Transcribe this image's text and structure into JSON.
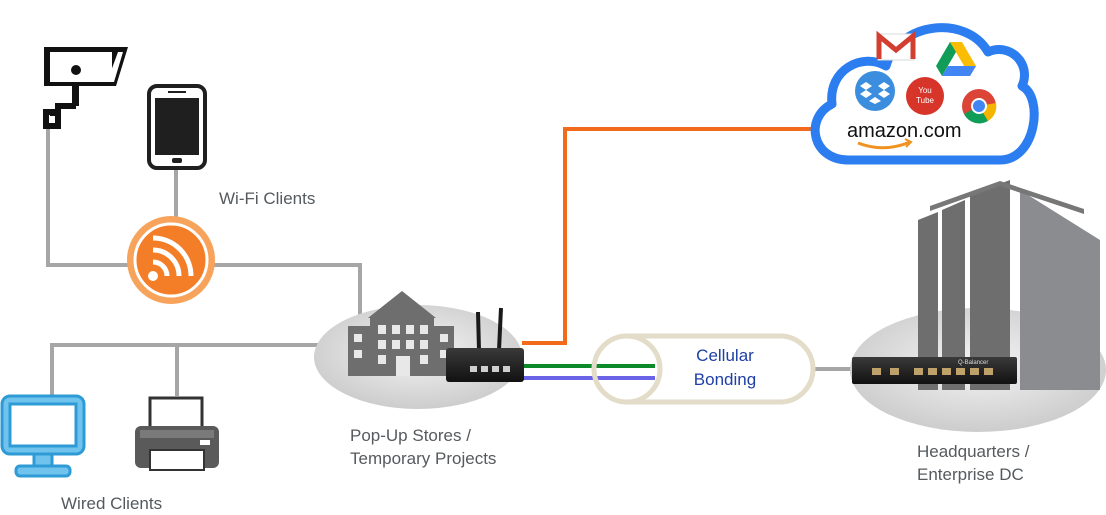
{
  "labels": {
    "wifi_clients": "Wi-Fi Clients",
    "wired_clients": "Wired Clients",
    "popup_line1": "Pop-Up Stores /",
    "popup_line2": "Temporary Projects",
    "hq_line1": "Headquarters /",
    "hq_line2": "Enterprise DC",
    "bonding_line1": "Cellular",
    "bonding_line2": "Bonding"
  },
  "cloud": {
    "amazon_text": "amazon.com",
    "youtube_line1": "You",
    "youtube_line2": "Tube"
  },
  "devices": {
    "hq_router_brand": "Q-Balancer"
  },
  "colors": {
    "gray_line": "#a6a6a6",
    "orange_line": "#f26a1b",
    "green_line": "#0d8a2a",
    "blue_line": "#6a63e8",
    "icon_blue": "#2e9bd6",
    "building_gray": "#6e6e6e"
  }
}
